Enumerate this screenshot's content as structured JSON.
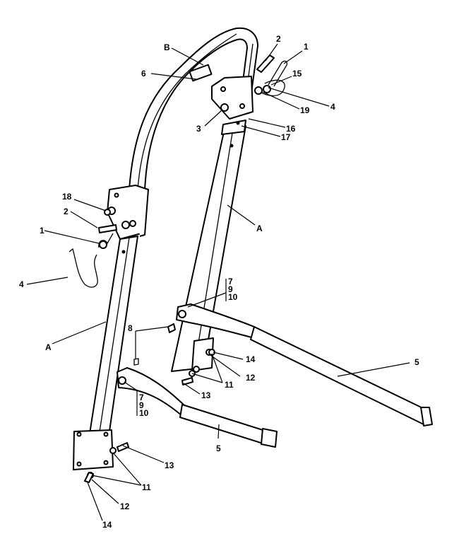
{
  "labels": {
    "B": "B",
    "A_upper": "A",
    "A_lower": "A",
    "n1_top": "1",
    "n2_top": "2",
    "n15": "15",
    "n6": "6",
    "n19": "19",
    "n4_top": "4",
    "n3": "3",
    "n16": "16",
    "n17": "17",
    "n18": "18",
    "n2_left": "2",
    "n1_left": "1",
    "n4_left": "4",
    "n7_right": "7",
    "n9_right": "9",
    "n10_right": "10",
    "n8": "8",
    "n14_right": "14",
    "n12_right": "12",
    "n11_right": "11",
    "n13_right": "13",
    "n5_right": "5",
    "n7_left": "7",
    "n9_left": "9",
    "n10_left": "10",
    "n5_left": "5",
    "n13_left": "13",
    "n11_left": "11",
    "n12_left": "12",
    "n14_left": "14"
  }
}
